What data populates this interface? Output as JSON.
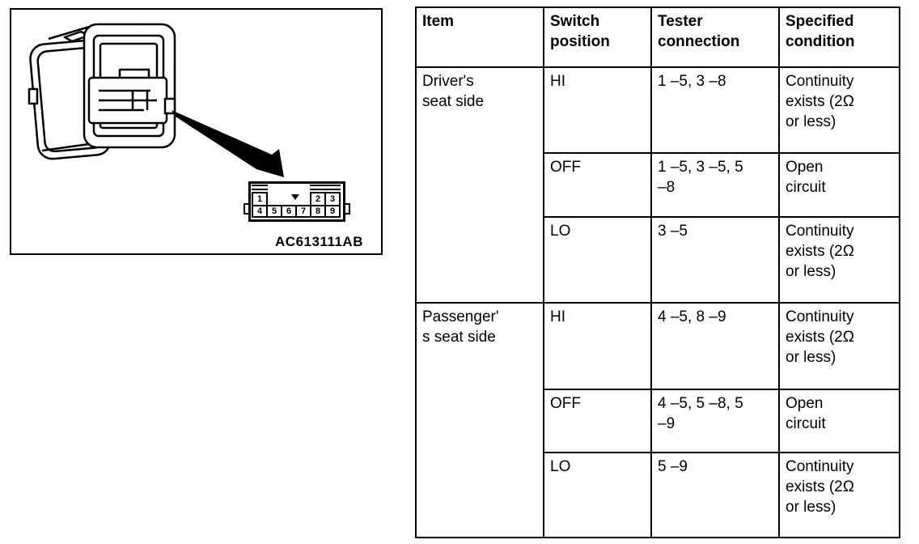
{
  "figure": {
    "label": "AC613111AB",
    "pin_diagram": {
      "top_row": [
        "1",
        "2",
        "3"
      ],
      "bottom_row": [
        "4",
        "5",
        "6",
        "7",
        "8",
        "9"
      ]
    }
  },
  "table": {
    "headers": [
      "Item",
      "Switch position",
      "Tester connection",
      "Specified condition"
    ],
    "rows": [
      {
        "item": "Driver's\nseat side",
        "switch_position": "HI",
        "tester_connection": "1 –5, 3 –8",
        "specified_condition": "Continuity\nexists (2Ω\nor less)"
      },
      {
        "switch_position": "OFF",
        "tester_connection": "1 –5, 3 –5, 5\n–8",
        "specified_condition": "Open\ncircuit"
      },
      {
        "switch_position": "LO",
        "tester_connection": "3 –5",
        "specified_condition": "Continuity\nexists (2Ω\nor less)"
      },
      {
        "item": "Passenger'\ns seat side",
        "switch_position": "HI",
        "tester_connection": "4 –5, 8 –9",
        "specified_condition": "Continuity\nexists (2Ω\nor less)"
      },
      {
        "switch_position": "OFF",
        "tester_connection": "4 –5, 5 –8, 5\n–9",
        "specified_condition": "Open\ncircuit"
      },
      {
        "switch_position": "LO",
        "tester_connection": "5 –9",
        "specified_condition": "Continuity\nexists (2Ω\nor less)"
      }
    ]
  },
  "colors": {
    "ink": "#000000",
    "background": "#ffffff"
  }
}
